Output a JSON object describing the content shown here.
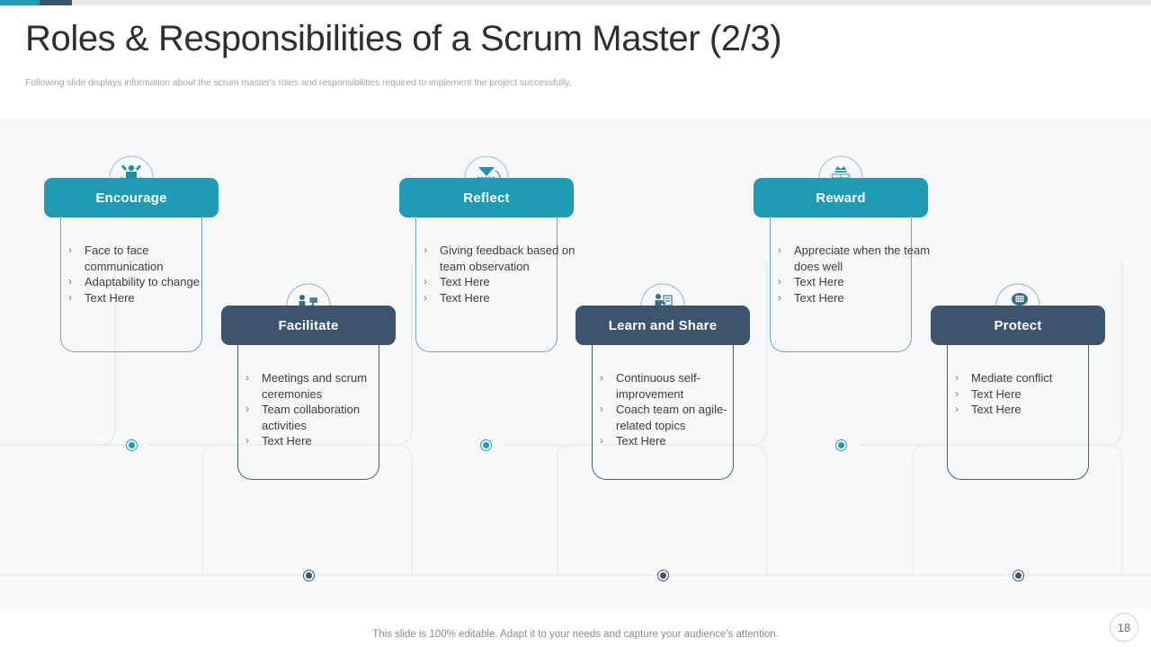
{
  "accent": {
    "teal": "#1f9bb3",
    "navy": "#3d546f"
  },
  "header": {
    "title": "Roles & Responsibilities of a Scrum Master (2/3)",
    "subtitle": "Following slide displays information about the scrum master's roles and responsibilities required to implement the project successfully,"
  },
  "footer": {
    "note": "This slide is 100% editable. Adapt it to your needs and capture your audience's attention.",
    "page_number": "18"
  },
  "cards": [
    {
      "id": "encourage",
      "title": "Encourage",
      "theme": "teal",
      "icon": "team-cheer-icon",
      "bullets": [
        "Face to face communication",
        "Adaptability  to change",
        "Text Here"
      ]
    },
    {
      "id": "facilitate",
      "title": "Facilitate",
      "theme": "navy",
      "icon": "meeting-presentation-icon",
      "bullets": [
        "Meetings and scrum ceremonies",
        "Team collaboration activities",
        "Text Here"
      ]
    },
    {
      "id": "reflect",
      "title": "Reflect",
      "theme": "teal",
      "icon": "hourglass-cycle-icon",
      "bullets": [
        "Giving feedback based on team observation",
        "Text Here",
        "Text Here"
      ]
    },
    {
      "id": "learn-and-share",
      "title": "Learn and Share",
      "theme": "navy",
      "icon": "coach-flipchart-icon",
      "bullets": [
        "Continuous self-improvement",
        "Coach team on agile-related topics",
        "Text Here"
      ]
    },
    {
      "id": "reward",
      "title": "Reward",
      "theme": "teal",
      "icon": "gift-crown-icon",
      "bullets": [
        "Appreciate when the team does well",
        "Text Here",
        "Text Here"
      ]
    },
    {
      "id": "protect",
      "title": "Protect",
      "theme": "navy",
      "icon": "shield-hand-icon",
      "bullets": [
        "Mediate conflict",
        "Text Here",
        "Text Here"
      ]
    }
  ],
  "bullet_marker": "›"
}
